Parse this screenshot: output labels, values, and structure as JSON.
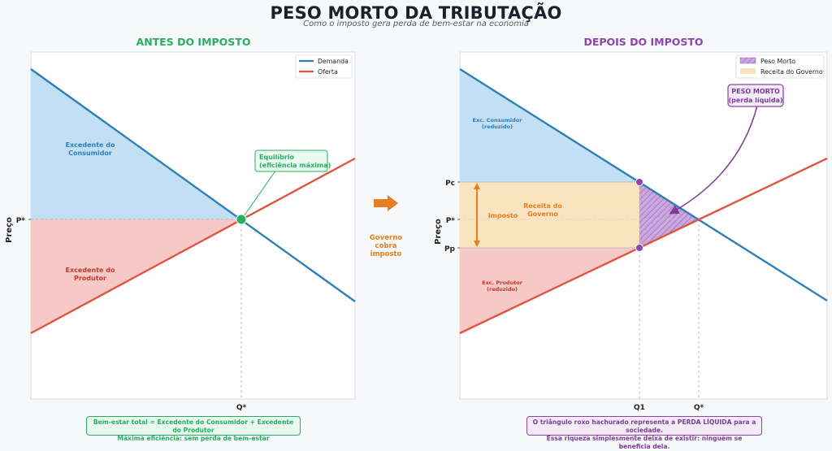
{
  "header": {
    "title": "PESO MORTO DA TRIBUTAÇÃO",
    "subtitle": "Como o imposto gera perda de bem-estar na economia"
  },
  "colors": {
    "demand": "#2e7fb8",
    "supply": "#de5543",
    "consumer_fill": "#c3dff3",
    "producer_fill": "#f6c9c6",
    "revenue_fill": "#fae3bf",
    "deadweight": "#9b59b6",
    "green": "#27ae60",
    "orange": "#e67e22",
    "purple": "#8e44ad"
  },
  "left_panel": {
    "title": "ANTES DO IMPOSTO",
    "legend": [
      "Demanda",
      "Oferta"
    ],
    "y_label": "Preço",
    "y_ticks": [
      "P*"
    ],
    "x_ticks": [
      "Q*"
    ],
    "consumer_label": [
      "Excedente do",
      "Consumidor"
    ],
    "producer_label": [
      "Excedente do",
      "Produtor"
    ],
    "equilibrium_label": [
      "Equilíbrio",
      "(eficiência máxima)"
    ],
    "note": [
      "Bem-estar total = Excedente do Consumidor + Excedente do Produtor",
      "Máxima eficiência: sem perda de bem-estar"
    ]
  },
  "middle": {
    "label": [
      "Governo",
      "cobra",
      "imposto"
    ]
  },
  "right_panel": {
    "title": "DEPOIS DO IMPOSTO",
    "legend": [
      "Peso Morto",
      "Receita do Governo"
    ],
    "y_label": "Preço",
    "y_ticks": [
      "Pc",
      "P*",
      "Pp"
    ],
    "x_ticks": [
      "Q1",
      "Q*"
    ],
    "consumer_label": [
      "Exc. Consumidor",
      "(reduzido)"
    ],
    "producer_label": [
      "Exc. Produtor",
      "(reduzido)"
    ],
    "tax_label": "Imposto",
    "revenue_label": [
      "Receita do",
      "Governo"
    ],
    "deadweight_label": [
      "PESO MORTO",
      "(perda líquida)"
    ],
    "note": [
      "O triângulo roxo hachurado representa a PERDA LÍQUIDA para a sociedade.",
      "Essa riqueza simplesmente deixa de existir: ninguém se beneficia dela."
    ]
  },
  "chart_data": [
    {
      "type": "line",
      "title": "ANTES DO IMPOSTO",
      "xlabel": "",
      "ylabel": "Preço",
      "xlim": [
        0,
        10
      ],
      "ylim": [
        0,
        10
      ],
      "grid": false,
      "legend_position": "upper right",
      "series": [
        {
          "name": "Demanda",
          "x": [
            0,
            10
          ],
          "y": [
            9.5,
            2.8
          ]
        },
        {
          "name": "Oferta",
          "x": [
            0,
            10
          ],
          "y": [
            1.9,
            6.9
          ]
        }
      ],
      "equilibrium": {
        "q": 6.5,
        "p": 5.2,
        "x_tick": "Q*",
        "y_tick": "P*"
      },
      "areas": [
        "Excedente do Consumidor",
        "Excedente do Produtor"
      ],
      "annotations": [
        "Equilíbrio (eficiência máxima)"
      ]
    },
    {
      "type": "line",
      "title": "DEPOIS DO IMPOSTO",
      "xlabel": "",
      "ylabel": "Preço",
      "xlim": [
        0,
        10
      ],
      "ylim": [
        0,
        10
      ],
      "grid": false,
      "legend_position": "upper right",
      "series": [
        {
          "name": "Demanda",
          "x": [
            0,
            10
          ],
          "y": [
            9.5,
            2.8
          ]
        },
        {
          "name": "Oferta",
          "x": [
            0,
            10
          ],
          "y": [
            1.9,
            6.9
          ]
        }
      ],
      "points": {
        "Q1": 4.9,
        "Q*": 6.5,
        "Pc": 6.3,
        "P*": 5.2,
        "Pp": 4.4
      },
      "areas": [
        "Exc. Consumidor (reduzido)",
        "Receita do Governo",
        "Peso Morto",
        "Exc. Produtor (reduzido)"
      ],
      "annotations": [
        "Imposto",
        "PESO MORTO (perda líquida)"
      ]
    }
  ]
}
